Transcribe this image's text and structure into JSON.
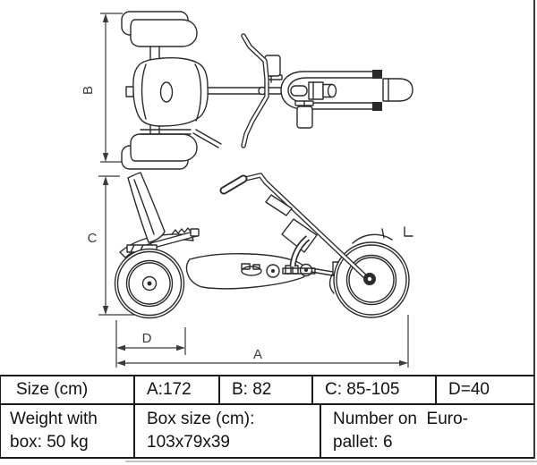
{
  "dimension_labels": {
    "a": "A",
    "b": "B",
    "c": "C",
    "d": "D"
  },
  "table": {
    "size_row": {
      "header": "Size (cm)",
      "a": "A:172",
      "b": "B: 82",
      "c": "C: 85-105",
      "d": "D=40"
    },
    "info_row": {
      "weight_line1": "Weight with",
      "weight_line2": "box: 50 kg",
      "box_line1": "Box size (cm):",
      "box_line2": "103x79x39",
      "pallet_line1": "Number on  Euro-",
      "pallet_line2": "pallet: 6"
    }
  },
  "colors": {
    "line": "#2b2b2b",
    "dimension": "#3a3a3a",
    "table_border": "#1a1a1a",
    "page_edge": "#c4c4c4",
    "background": "#ffffff"
  }
}
